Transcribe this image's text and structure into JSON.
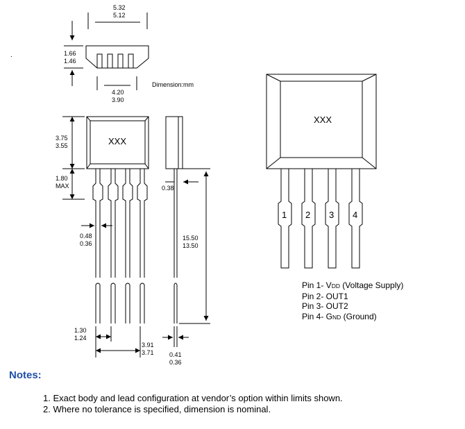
{
  "dimensions": {
    "top_width": [
      "5.32",
      "5.12"
    ],
    "top_height": [
      "1.66",
      "1.46"
    ],
    "top_depth": [
      "4.20",
      "3.90"
    ],
    "unit_label": "Dimension:mm",
    "body_height": [
      "3.75",
      "3.55"
    ],
    "shoulder": [
      "1.80",
      "MAX"
    ],
    "side_thickness": "0.38",
    "lead_width": [
      "0.48",
      "0.36"
    ],
    "lead_length": [
      "15.50",
      "13.50"
    ],
    "lead_pitch": [
      "1.30",
      "1.24"
    ],
    "lead_span": [
      "3.91",
      "3.71"
    ],
    "lead_thickness": [
      "0.41",
      "0.36"
    ]
  },
  "front_view": {
    "marking": "XXX"
  },
  "pin_view": {
    "marking": "XXX",
    "pin_numbers": [
      "1",
      "2",
      "3",
      "4"
    ],
    "legend": [
      {
        "prefix": "Pin 1- V",
        "sub": "DD",
        "suffix": " (Voltage Supply)"
      },
      {
        "prefix": "Pin 2- OUT1",
        "sub": "",
        "suffix": ""
      },
      {
        "prefix": "Pin 3- OUT2",
        "sub": "",
        "suffix": ""
      },
      {
        "prefix": "Pin 4- G",
        "sub": "ND",
        "suffix": " (Ground)"
      }
    ]
  },
  "stray_mark": ".",
  "notes": {
    "heading": "Notes:",
    "items": [
      "1. Exact body and lead configuration at vendor’s option within limits shown.",
      "2. Where no tolerance is specified, dimension is nominal."
    ]
  }
}
